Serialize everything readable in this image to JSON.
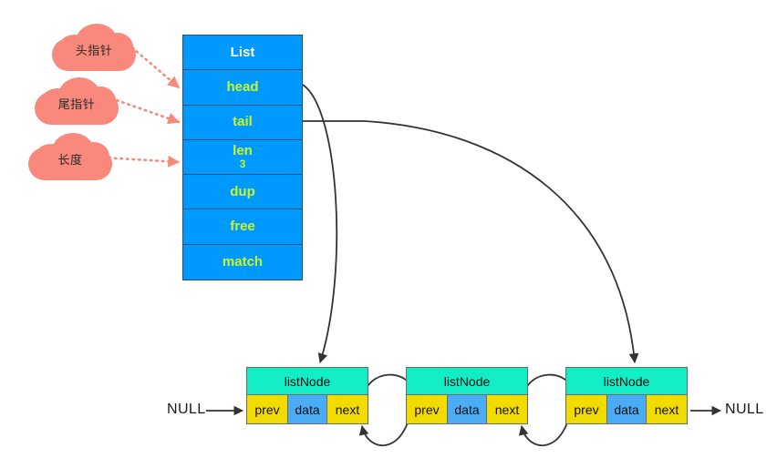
{
  "diagram": {
    "title": "Redis List (adlist) structure diagram",
    "colors": {
      "struct_fill": "#0099FF",
      "struct_border": "#2B4E73",
      "struct_text": "#C8F527",
      "struct_title_text": "#FFFFFF",
      "node_header_fill": "#12EDC6",
      "pointer_cell_fill": "#F2DC00",
      "data_cell_fill": "#49ACF5",
      "node_border": "#6B6B6B",
      "cloud_fill": "#F8897C",
      "cloud_text": "#2B2B2B",
      "arrow_stroke": "#333333",
      "dotted_arrow_stroke": "#F8897C"
    },
    "callouts": [
      {
        "label": "头指针",
        "meaning": "head-pointer",
        "points_to": "head"
      },
      {
        "label": "尾指针",
        "meaning": "tail-pointer",
        "points_to": "tail"
      },
      {
        "label": "长度",
        "meaning": "length",
        "points_to": "len"
      }
    ],
    "list_struct": {
      "title": "List",
      "fields": [
        {
          "name": "head",
          "value": ""
        },
        {
          "name": "tail",
          "value": ""
        },
        {
          "name": "len",
          "value": "3"
        },
        {
          "name": "dup",
          "value": ""
        },
        {
          "name": "free",
          "value": ""
        },
        {
          "name": "match",
          "value": ""
        }
      ]
    },
    "nodes": [
      {
        "header": "listNode",
        "cells": {
          "prev": "prev",
          "data": "data",
          "next": "next"
        }
      },
      {
        "header": "listNode",
        "cells": {
          "prev": "prev",
          "data": "data",
          "next": "next"
        }
      },
      {
        "header": "listNode",
        "cells": {
          "prev": "prev",
          "data": "data",
          "next": "next"
        }
      }
    ],
    "terminators": {
      "left": "NULL",
      "right": "NULL"
    }
  }
}
